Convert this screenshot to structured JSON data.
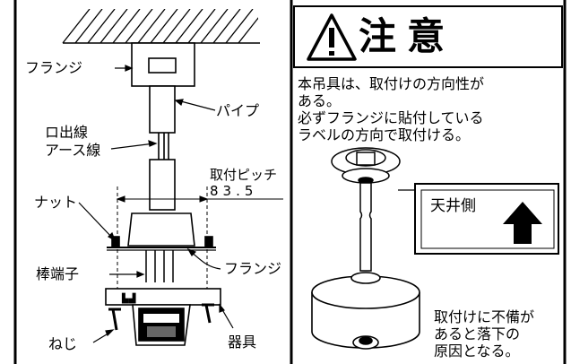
{
  "labels": {
    "flange_top": "フランジ",
    "pipe": "パイプ",
    "wire_line1": "ロ出線",
    "wire_line2": "アース線",
    "pitch_title": "取付ピッチ",
    "pitch_value": "83.5",
    "nut": "ナット",
    "flange_bottom": "フランジ",
    "terminal": "棒端子",
    "screw": "ねじ",
    "fixture": "器具"
  },
  "warning": {
    "title": "注意",
    "lines": [
      "本吊具は、取付けの方向性が",
      "ある。",
      "必ずフランジに貼付している",
      "ラベルの方向で取付ける。"
    ],
    "ceiling_side": "天井側",
    "note_lines": [
      "取付けに不備が",
      "あると落下の",
      "原因となる。"
    ]
  }
}
